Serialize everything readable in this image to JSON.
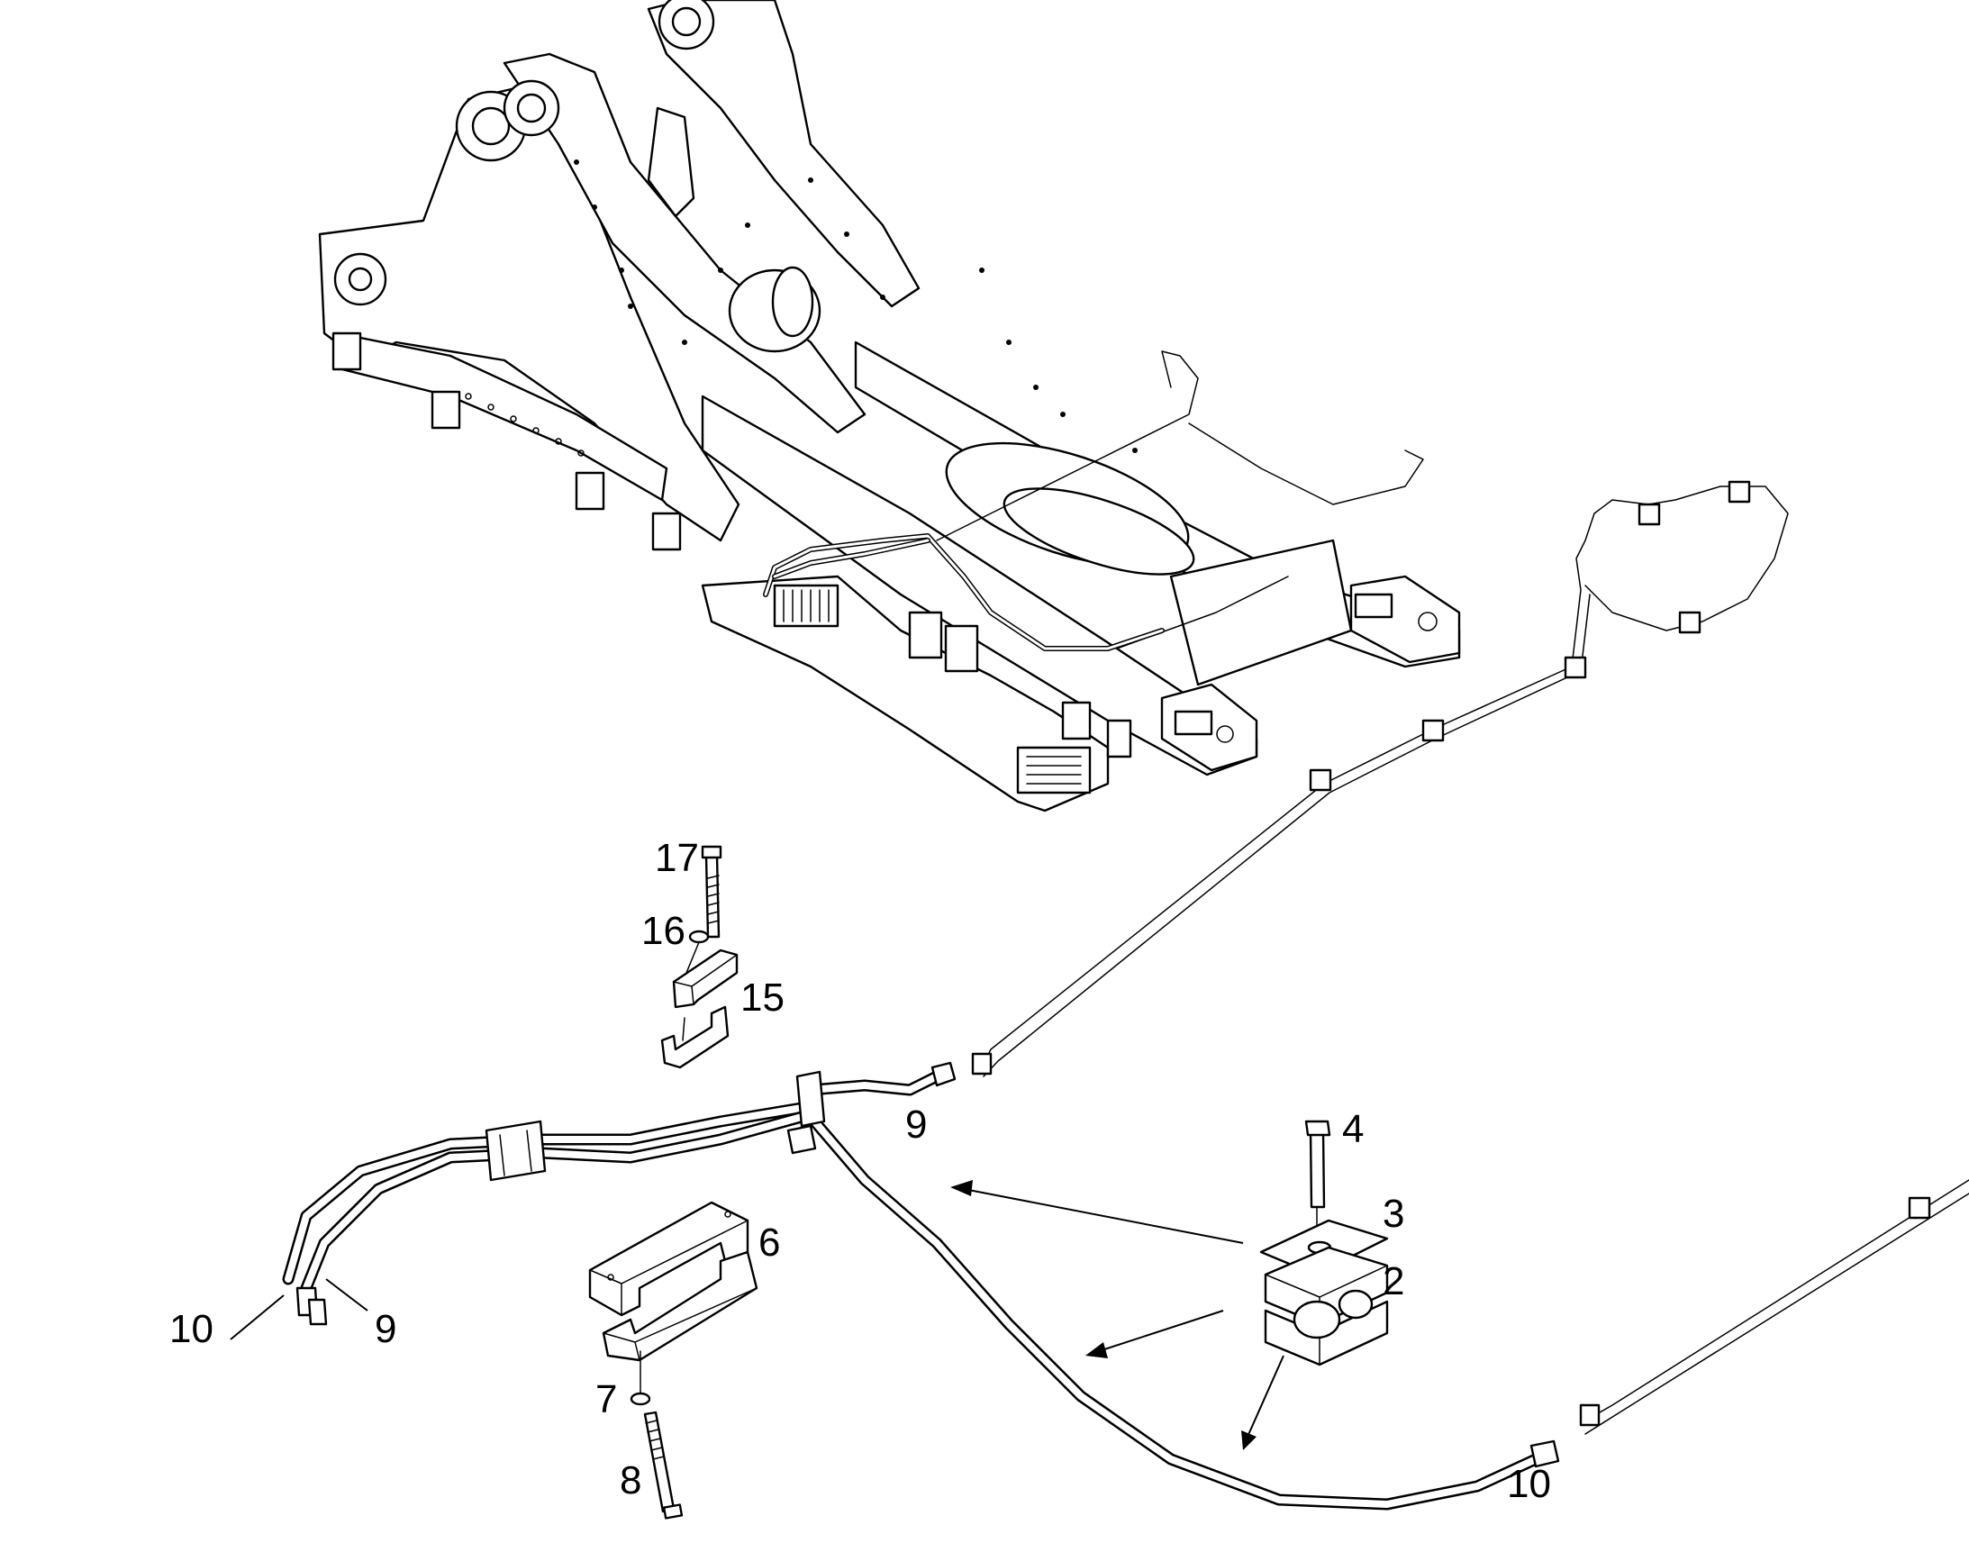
{
  "diagram": {
    "colors": {
      "line": "#000000",
      "background": "#ffffff"
    },
    "callouts": [
      {
        "id": "c17",
        "label": "17"
      },
      {
        "id": "c16",
        "label": "16"
      },
      {
        "id": "c15",
        "label": "15"
      },
      {
        "id": "c9a",
        "label": "9"
      },
      {
        "id": "c4",
        "label": "4"
      },
      {
        "id": "c3",
        "label": "3"
      },
      {
        "id": "c2",
        "label": "2"
      },
      {
        "id": "c6",
        "label": "6"
      },
      {
        "id": "c10a",
        "label": "10"
      },
      {
        "id": "c9b",
        "label": "9"
      },
      {
        "id": "c7",
        "label": "7"
      },
      {
        "id": "c8",
        "label": "8"
      },
      {
        "id": "c10b",
        "label": "10"
      }
    ]
  }
}
